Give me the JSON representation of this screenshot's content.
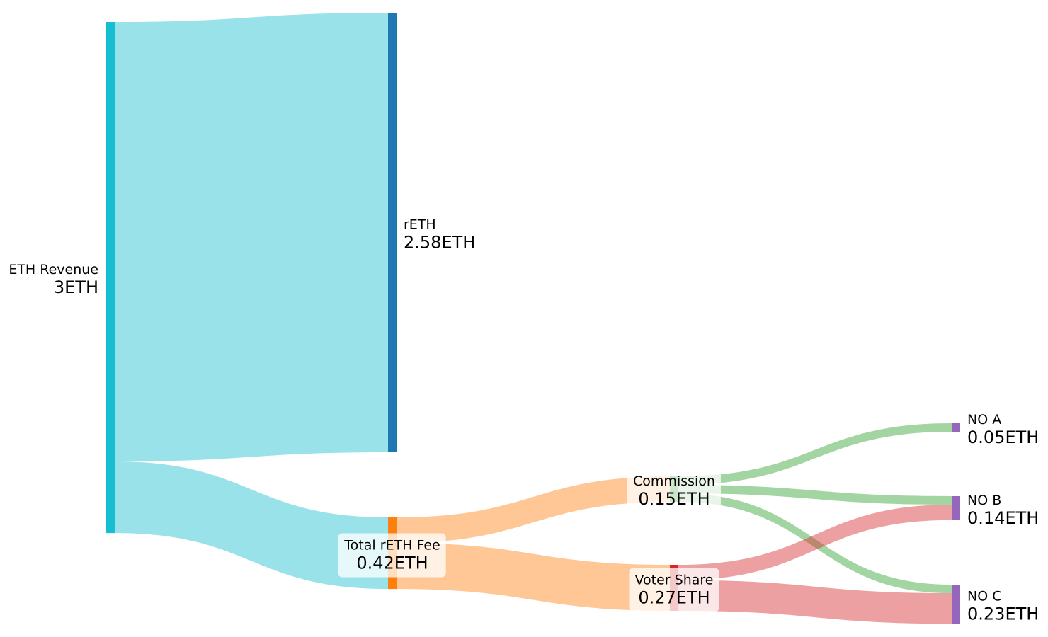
{
  "chart_data": {
    "type": "sankey",
    "unit": "ETH",
    "nodes": [
      {
        "id": "eth_revenue",
        "name": "ETH Revenue",
        "value_label": "3ETH",
        "value": 3,
        "color": "#17becf"
      },
      {
        "id": "reth",
        "name": "rETH",
        "value_label": "2.58ETH",
        "value": 2.58,
        "color": "#1f77b4"
      },
      {
        "id": "total_fee",
        "name": "Total rETH Fee",
        "value_label": "0.42ETH",
        "value": 0.42,
        "color": "#ff7f0e"
      },
      {
        "id": "commission",
        "name": "Commission",
        "value_label": "0.15ETH",
        "value": 0.15,
        "color": "#2ca02c"
      },
      {
        "id": "voter_share",
        "name": "Voter Share",
        "value_label": "0.27ETH",
        "value": 0.27,
        "color": "#d62728"
      },
      {
        "id": "no_a",
        "name": "NO A",
        "value_label": "0.05ETH",
        "value": 0.05,
        "color": "#9467bd"
      },
      {
        "id": "no_b",
        "name": "NO B",
        "value_label": "0.14ETH",
        "value": 0.14,
        "color": "#9467bd"
      },
      {
        "id": "no_c",
        "name": "NO C",
        "value_label": "0.23ETH",
        "value": 0.23,
        "color": "#9467bd"
      }
    ],
    "links": [
      {
        "source": "eth_revenue",
        "target": "reth",
        "value": 2.58
      },
      {
        "source": "eth_revenue",
        "target": "total_fee",
        "value": 0.42
      },
      {
        "source": "total_fee",
        "target": "commission",
        "value": 0.15
      },
      {
        "source": "total_fee",
        "target": "voter_share",
        "value": 0.27
      },
      {
        "source": "commission",
        "target": "no_a",
        "value": 0.05
      },
      {
        "source": "commission",
        "target": "no_b",
        "value": 0.05
      },
      {
        "source": "commission",
        "target": "no_c",
        "value": 0.05
      },
      {
        "source": "voter_share",
        "target": "no_b",
        "value": 0.09
      },
      {
        "source": "voter_share",
        "target": "no_c",
        "value": 0.18
      }
    ]
  }
}
